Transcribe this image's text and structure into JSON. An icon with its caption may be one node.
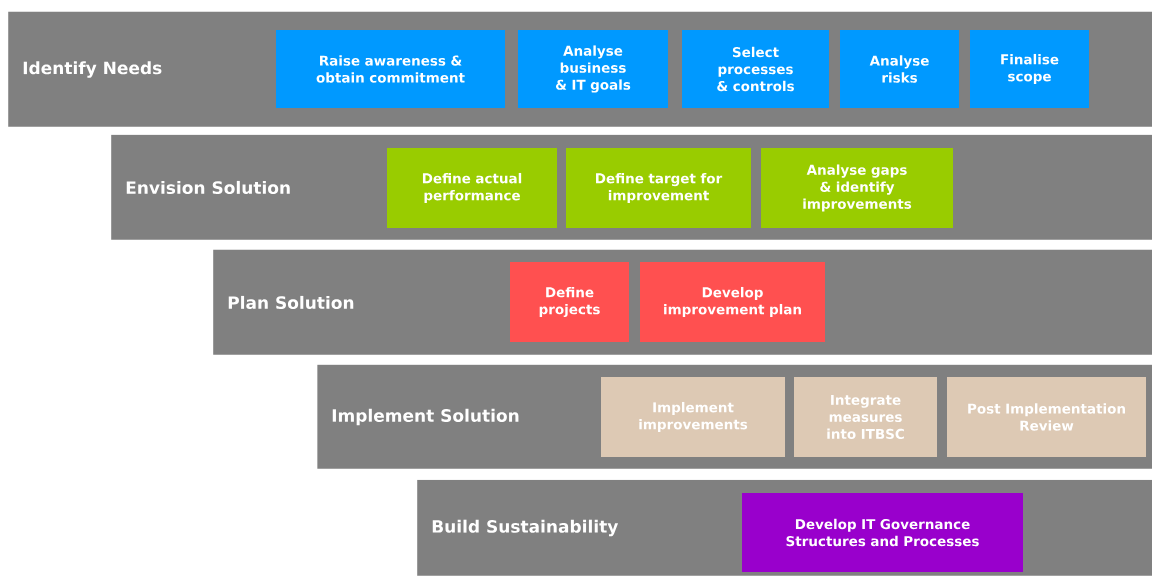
{
  "diagram": {
    "nodes": [
      {
        "text": [
          "Identify Needs"
        ]
      },
      {
        "text": [
          "Raise awareness & obtain commitment"
        ],
        "in": 0
      },
      {
        "text": [
          "Analyse business & IT goals"
        ],
        "in": 0
      },
      {
        "text": [
          "Select processes & controls"
        ],
        "in": 0
      },
      {
        "text": [
          "Analyse risks"
        ],
        "in": 0
      },
      {
        "text": [
          "Finalise scope"
        ],
        "in": 0
      },
      {
        "text": [
          "Envision Solution"
        ]
      },
      {
        "text": [
          "Define actual performance"
        ],
        "in": 6
      },
      {
        "text": [
          "Define target for improvement"
        ],
        "in": 6
      },
      {
        "text": [
          "Analyse gaps & identify improvements"
        ],
        "in": 6
      },
      {
        "text": [
          "Plan Solution"
        ]
      },
      {
        "text": [
          "Define projects"
        ],
        "in": 10
      },
      {
        "text": [
          "Develop improvement plan"
        ],
        "in": 10
      },
      {
        "text": [
          "Implement Solution"
        ]
      },
      {
        "text": [
          "Implement improvements"
        ],
        "in": 13
      },
      {
        "text": [
          "Integrate measures into ITBSC"
        ],
        "in": 13
      },
      {
        "text": [
          "Post Implementation Review"
        ],
        "in": 13
      },
      {
        "text": [
          "Build Sustainability"
        ]
      },
      {
        "text": [
          "Develop IT Governance Structures and Processes"
        ],
        "in": 17
      }
    ]
  }
}
